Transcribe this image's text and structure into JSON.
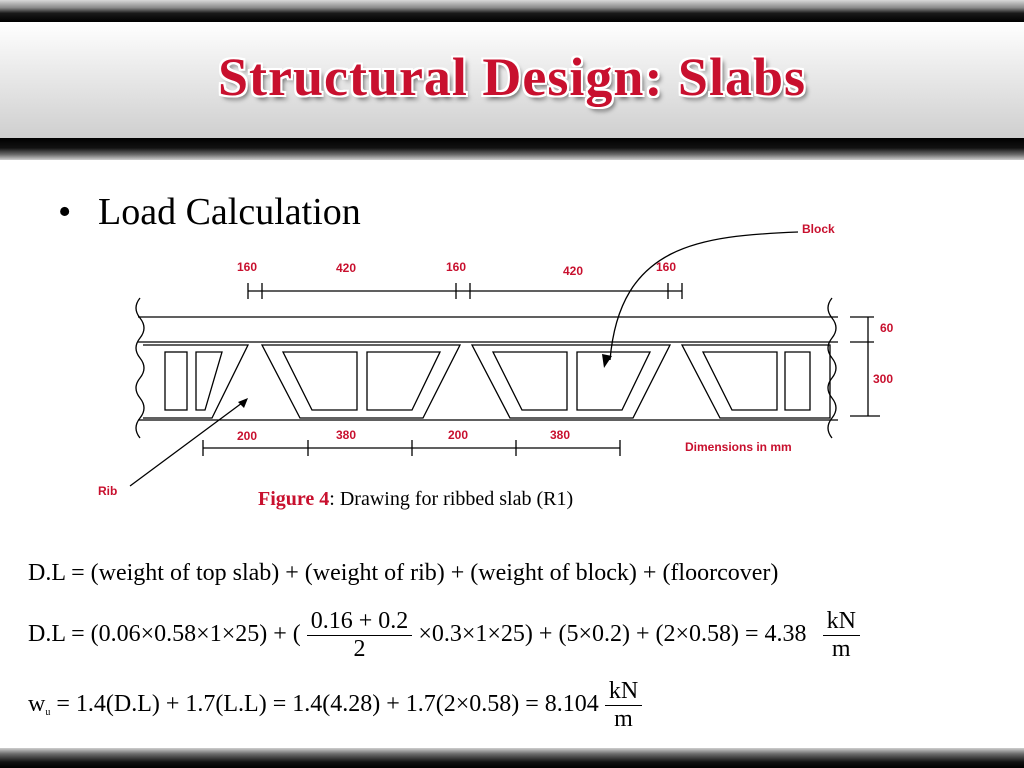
{
  "slide": {
    "title": "Structural Design: Slabs",
    "bullet": "Load Calculation"
  },
  "figure": {
    "block_label": "Block",
    "rib_label": "Rib",
    "dimensions_note": "Dimensions in mm",
    "top_dims": [
      "160",
      "420",
      "160",
      "420",
      "160"
    ],
    "bottom_dims": [
      "200",
      "380",
      "200",
      "380"
    ],
    "right_dims": [
      "60",
      "300"
    ],
    "caption_label": "Figure  4",
    "caption_text": ": Drawing for ribbed slab (R1)"
  },
  "equations": {
    "line1": "D.L = (weight of top slab) + (weight of rib) + (weight of block) + (floorcover)",
    "line2_a": "D.L = (0.06×0.58×1×25) + (",
    "line2_frac_num": "0.16 + 0.2",
    "line2_frac_den": "2",
    "line2_b": "×0.3×1×25) + (5×0.2) + (2×0.58) = 4.38",
    "line2_unit_num": "kN",
    "line2_unit_den": "m",
    "line3_var": "w",
    "line3_sub": "u",
    "line3_a": " = 1.4(D.L) + 1.7(L.L) = 1.4(4.28) + 1.7(2×0.58) = 8.104",
    "line3_unit_num": "kN",
    "line3_unit_den": "m"
  }
}
